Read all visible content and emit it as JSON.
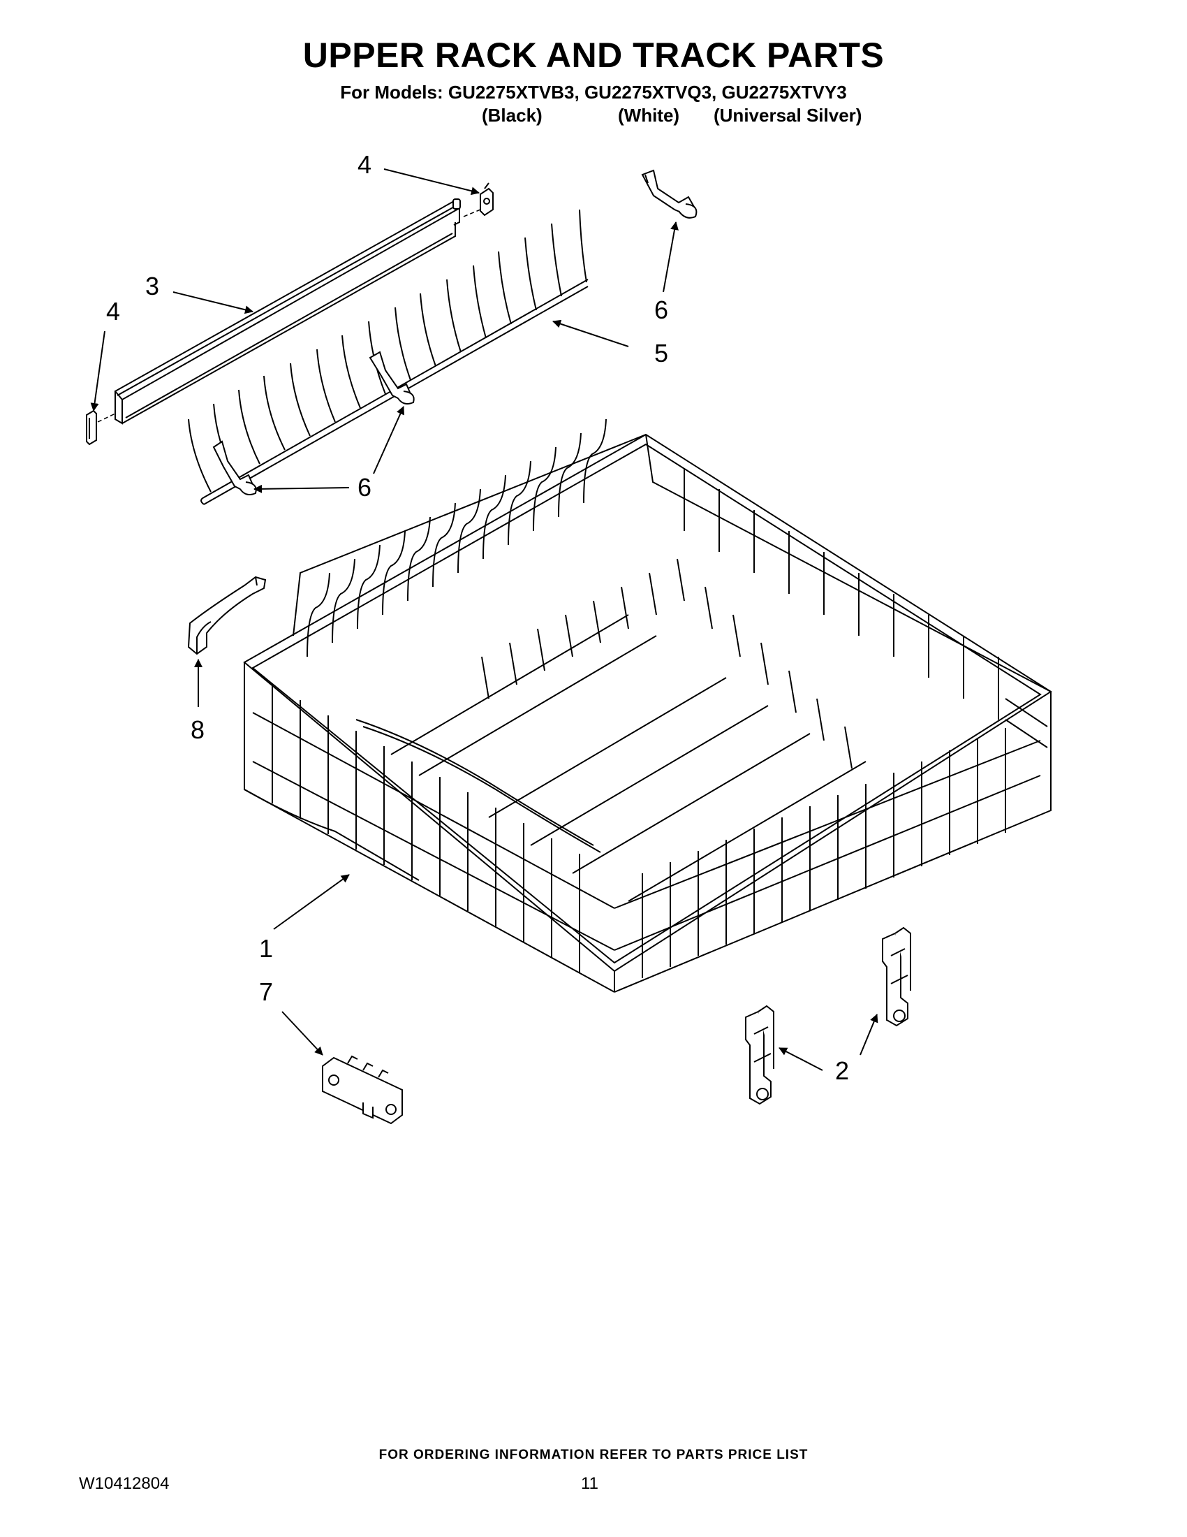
{
  "header": {
    "title": "UPPER RACK AND TRACK PARTS",
    "models_line": "For Models: GU2275XTVB3, GU2275XTVQ3, GU2275XTVY3",
    "variants": [
      "(Black)",
      "(White)",
      "(Universal Silver)"
    ]
  },
  "callouts": {
    "c1": "1",
    "c2": "2",
    "c3": "3",
    "c4_top": "4",
    "c4_left": "4",
    "c5": "5",
    "c6_top": "6",
    "c6_mid": "6",
    "c7": "7",
    "c8": "8"
  },
  "footer": {
    "note": "FOR ORDERING INFORMATION REFER TO PARTS PRICE LIST",
    "doc_number": "W10412804",
    "page_number": "11"
  },
  "colors": {
    "line": "#000000",
    "background": "#ffffff",
    "shade": "#b8b8b8"
  }
}
